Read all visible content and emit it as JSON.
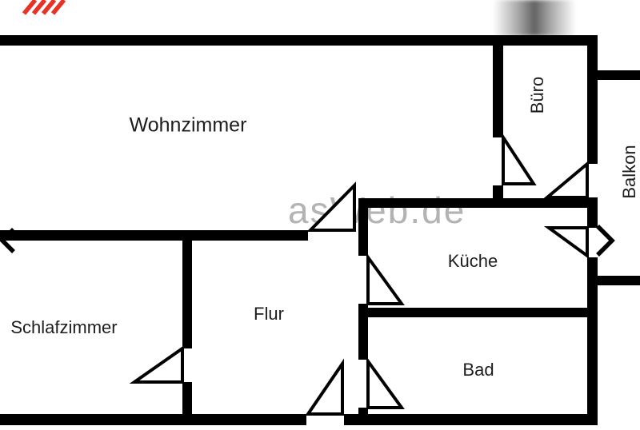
{
  "page": {
    "type": "apartment-floor-plan"
  },
  "rooms": [
    {
      "id": "wohnzimmer",
      "label": "Wohnzimmer"
    },
    {
      "id": "buero",
      "label": "Büro"
    },
    {
      "id": "balkon",
      "label": "Balkon"
    },
    {
      "id": "kueche",
      "label": "Küche"
    },
    {
      "id": "flur",
      "label": "Flur"
    },
    {
      "id": "schlafzimmer",
      "label": "Schlafzimmer"
    },
    {
      "id": "bad",
      "label": "Bad"
    }
  ],
  "watermark": {
    "text": "asWeb.de"
  },
  "gallery": {
    "prev_icon": "chevron-left",
    "next_icon": "chevron-right"
  },
  "colors": {
    "wall": "#000000",
    "label": "#1d1d1f",
    "watermark": "#a6a6a6",
    "marker-red": "#e73225",
    "smudge": "#6e6e6e"
  }
}
